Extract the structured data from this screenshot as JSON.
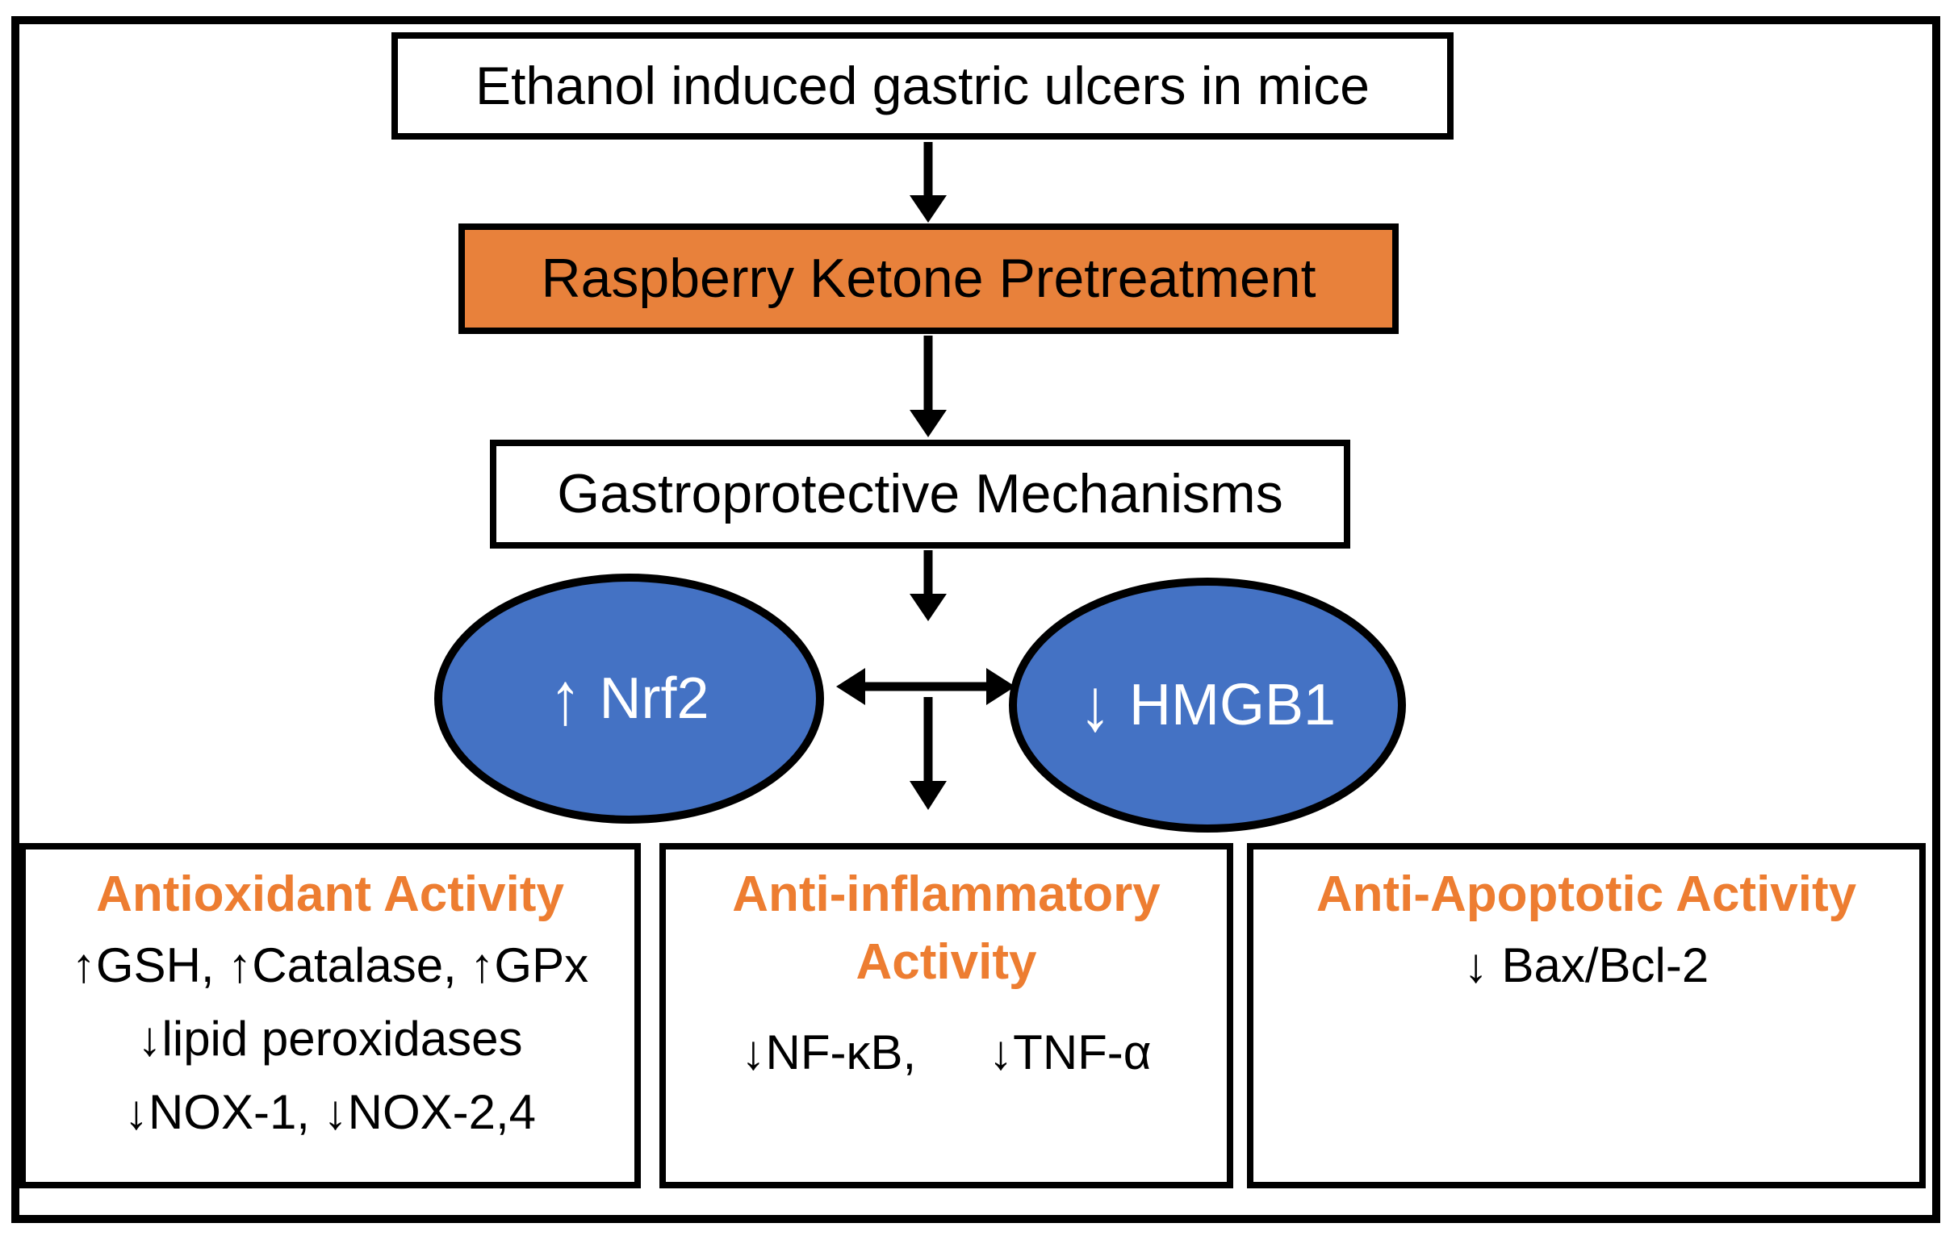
{
  "colors": {
    "orange-fill": "#E8813B",
    "orange-text": "#ED7D31",
    "blue-fill": "#4472C4",
    "ink": "#000000"
  },
  "diagram": {
    "top_box_label": "Ethanol induced gastric ulcers in mice",
    "treatment_box_label": "Raspberry Ketone Pretreatment",
    "mechanism_box_label": "Gastroprotective Mechanisms",
    "nrf2_ellipse": {
      "arrow": "↑",
      "label": "Nrf2"
    },
    "hmgb1_ellipse": {
      "arrow": "↓",
      "label": "HMGB1"
    },
    "antioxidant_box": {
      "heading": "Antioxidant Activity",
      "lines": [
        "↑GSH, ↑Catalase, ↑GPx",
        "↓lipid peroxidases",
        "↓NOX-1, ↓NOX-2,4"
      ]
    },
    "antiinflammatory_box": {
      "heading": "Anti-inflammatory Activity",
      "items": [
        "↓NF-κB,",
        "↓TNF-α"
      ]
    },
    "antiapoptotic_box": {
      "heading": "Anti-Apoptotic Activity",
      "lines": [
        "↓ Bax/Bcl-2"
      ]
    }
  }
}
